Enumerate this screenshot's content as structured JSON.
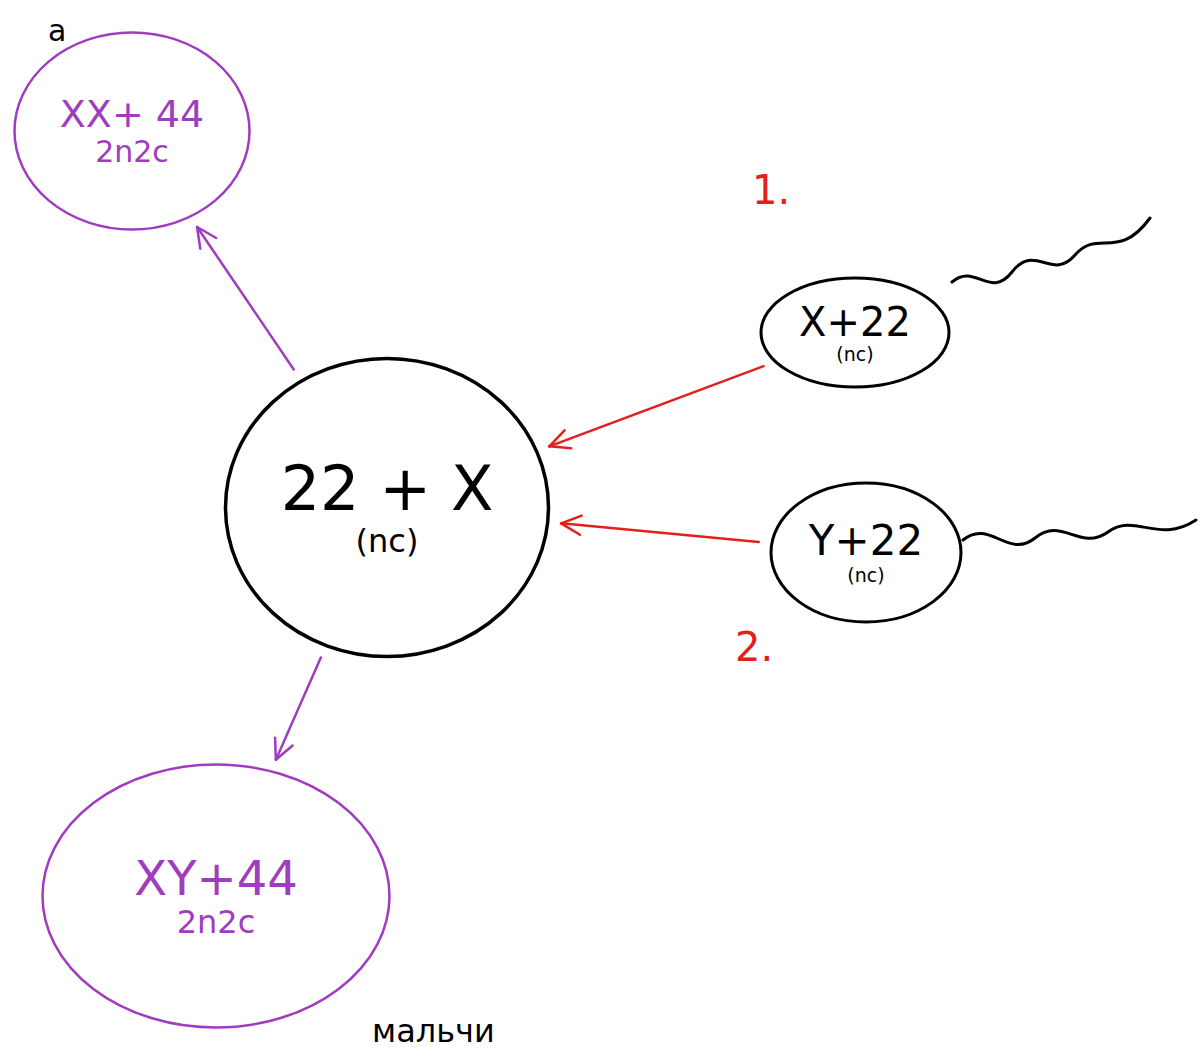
{
  "diagram": {
    "nodes": [
      {
        "text": [
          "XX+ 44",
          "2n2c"
        ]
      },
      {
        "text": [
          "22 + X",
          "(nc)"
        ]
      },
      {
        "text": [
          "X+22",
          "(nc)"
        ]
      },
      {
        "text": [
          "Y+22",
          "(nc)"
        ]
      },
      {
        "text": [
          "XY+44",
          "2n2c"
        ]
      }
    ],
    "edges": [
      {
        "from": 1,
        "to": 0,
        "arrow": "to"
      },
      {
        "from": 2,
        "to": 1,
        "arrow": "to"
      },
      {
        "from": 3,
        "to": 1,
        "arrow": "to"
      },
      {
        "from": 1,
        "to": 4,
        "arrow": "to"
      }
    ],
    "labels": [
      "а",
      "1.",
      "2.",
      "мальчи"
    ]
  }
}
